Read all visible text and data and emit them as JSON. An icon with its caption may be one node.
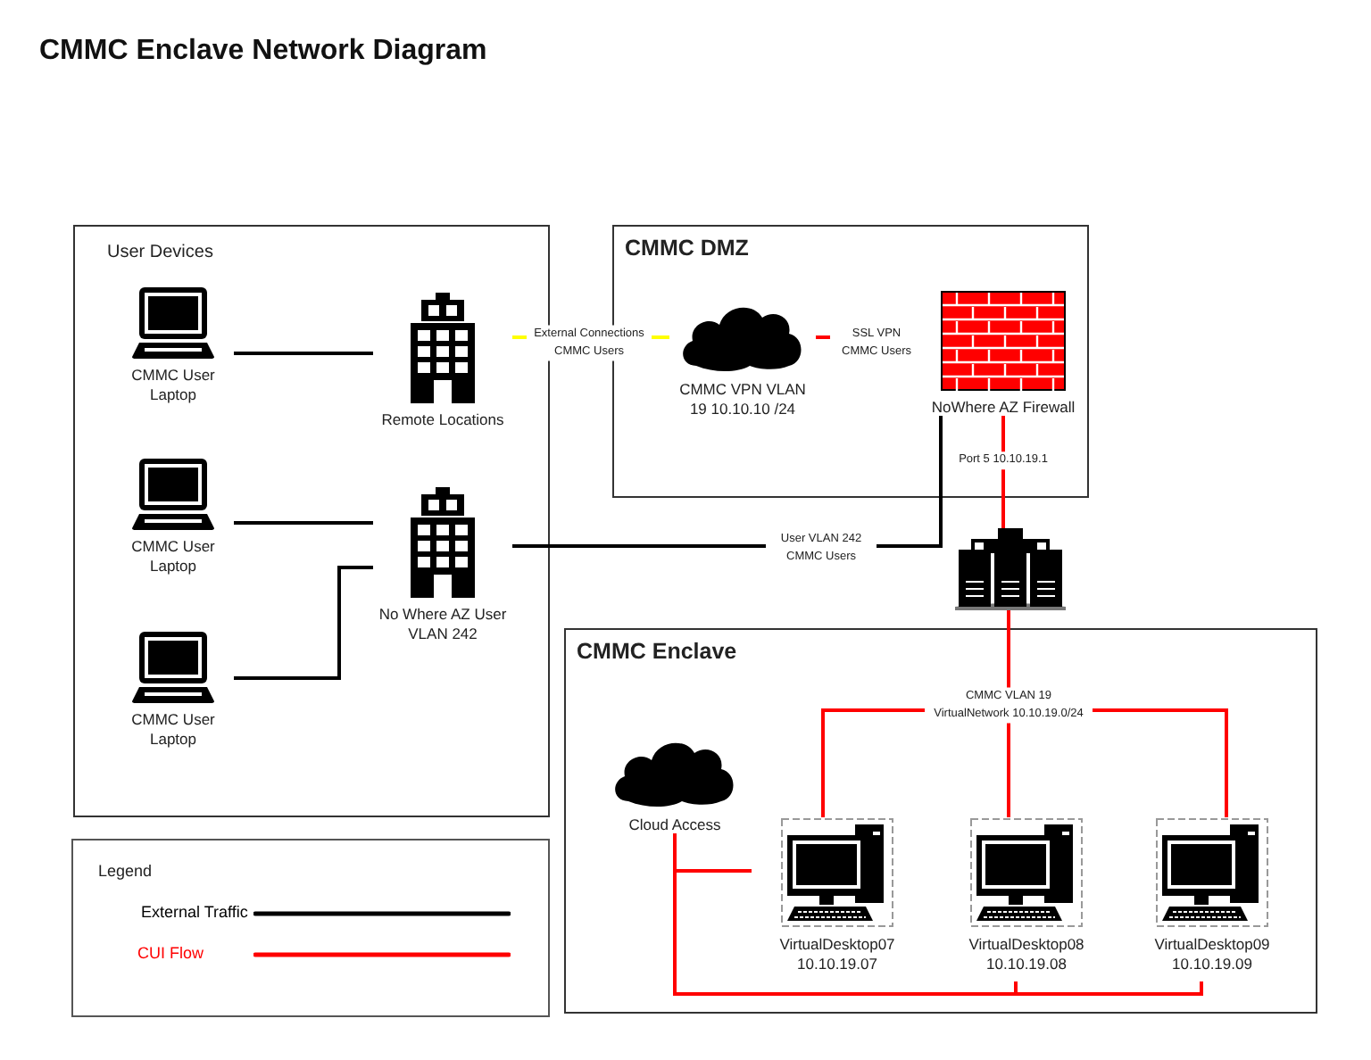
{
  "diagram": {
    "title": "CMMC Enclave Network Diagram",
    "nodes": [
      {
        "text": [
          "User Devices"
        ]
      },
      {
        "text": [
          "CMMC User Laptop"
        ],
        "in": 0
      },
      {
        "text": [
          "CMMC User Laptop"
        ],
        "in": 0
      },
      {
        "text": [
          "CMMC User Laptop"
        ],
        "in": 0
      },
      {
        "text": [
          "Remote Locations"
        ],
        "in": 0
      },
      {
        "text": [
          "No Where AZ User VLAN 242"
        ],
        "in": 0
      },
      {
        "text": [
          "CMMC DMZ"
        ]
      },
      {
        "text": [
          "CMMC VPN VLAN 19 10.10.10 /24"
        ],
        "in": 6
      },
      {
        "text": [
          "NoWhere AZ Firewall"
        ],
        "in": 6
      },
      {
        "text": [],
        "shape": "server"
      },
      {
        "text": [
          "CMMC Enclave"
        ]
      },
      {
        "text": [
          "Cloud Access"
        ],
        "in": 10
      },
      {
        "text": [
          "VirtualDesktop07 10.10.19.07"
        ],
        "in": 10
      },
      {
        "text": [
          "VirtualDesktop08 10.10.19.08"
        ],
        "in": 10
      },
      {
        "text": [
          "VirtualDesktop09 10.10.19.09"
        ],
        "in": 10
      }
    ],
    "edges": [
      {
        "from": 1,
        "to": 4,
        "arrow": "none",
        "color": "#000000"
      },
      {
        "from": 4,
        "to": 7,
        "arrow": "none",
        "label": "External Connections CMMC Users",
        "color": "#ffff00"
      },
      {
        "from": 7,
        "to": 8,
        "arrow": "none",
        "label": "SSL VPN CMMC Users"
      },
      {
        "from": 8,
        "to": 9,
        "arrow": "none",
        "label": "Port 5 10.10.19.1"
      },
      {
        "from": 2,
        "to": 5,
        "arrow": "none",
        "color": "#000000"
      },
      {
        "from": 3,
        "to": 5,
        "arrow": "none",
        "color": "#000000"
      },
      {
        "from": 5,
        "to": 8,
        "arrow": "none",
        "label": "User VLAN 242 CMMC Users",
        "color": "#000000"
      },
      {
        "from": 9,
        "to": 12,
        "arrow": "none"
      },
      {
        "from": 9,
        "to": 13,
        "arrow": "none",
        "label": "CMMC VLAN 19 VirtualNetwork 10.10.19.0/24"
      },
      {
        "from": 9,
        "to": 14,
        "arrow": "none"
      },
      {
        "from": 11,
        "to": 12,
        "arrow": "none"
      },
      {
        "from": 11,
        "to": 13,
        "arrow": "none"
      },
      {
        "from": 11,
        "to": 14,
        "arrow": "none"
      }
    ],
    "labels": [
      "Legend"
    ],
    "legend": [
      {
        "text": "External Traffic"
      },
      {
        "text": "CUI Flow"
      }
    ]
  }
}
